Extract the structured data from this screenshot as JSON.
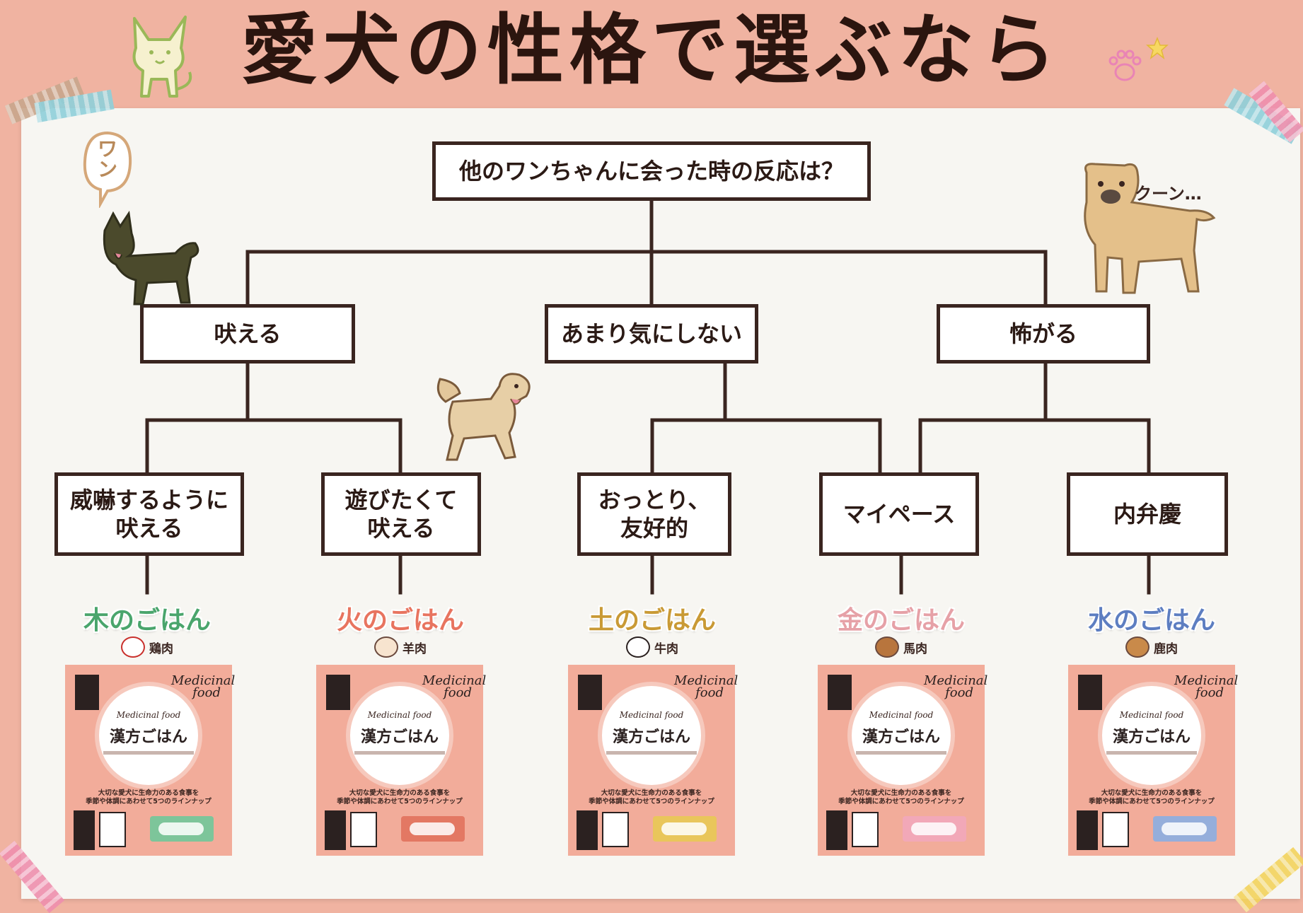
{
  "title": "愛犬の性格で選ぶなら",
  "question": "他のワンちゃんに会った時の反応は？",
  "level1": [
    "吠える",
    "あまり気にしない",
    "怖がる"
  ],
  "level2": [
    "威嚇するように\n吠える",
    "遊びたくて\n吠える",
    "おっとり、\n友好的",
    "マイペース",
    "内弁慶"
  ],
  "speech_bubble": "ワン",
  "dog_sound": "クーン…",
  "foods": [
    {
      "name": "木のごはん",
      "meat": "鶏肉",
      "color": "#4aa56c",
      "label_color": "#7dc59a",
      "icon": "chicken-icon"
    },
    {
      "name": "火のごはん",
      "meat": "羊肉",
      "color": "#e8745f",
      "label_color": "#e37863",
      "icon": "sheep-icon"
    },
    {
      "name": "土のごはん",
      "meat": "牛肉",
      "color": "#c99a35",
      "label_color": "#e9c65b",
      "icon": "cow-icon"
    },
    {
      "name": "金のごはん",
      "meat": "馬肉",
      "color": "#e6a1a7",
      "label_color": "#f2a8b8",
      "icon": "horse-icon"
    },
    {
      "name": "水のごはん",
      "meat": "鹿肉",
      "color": "#5d7ec1",
      "label_color": "#95aedb",
      "icon": "deer-icon"
    }
  ],
  "package": {
    "brand": "Medicinal food",
    "product": "漢方ごはん",
    "tagline": "大切な愛犬に生命力のある食事を\n季節や体調にあわせて5つのラインナップ"
  },
  "colors": {
    "background": "#f0b3a1",
    "board": "#f7f6f2",
    "line": "#3a2520"
  }
}
